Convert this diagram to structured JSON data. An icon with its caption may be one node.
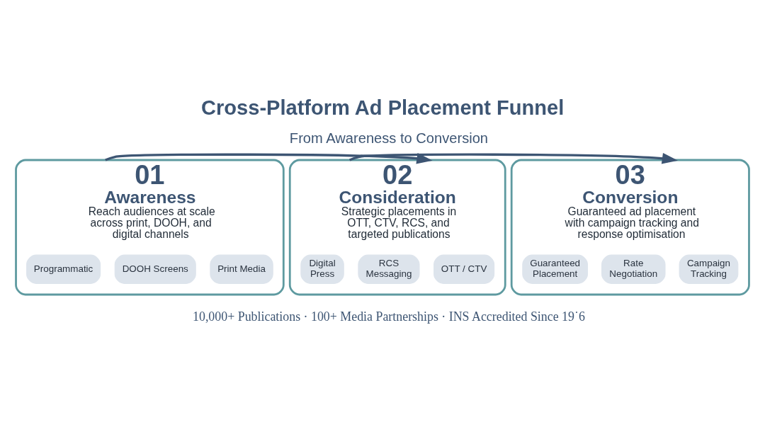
{
  "diagram": {
    "title": "Cross-Platform Ad Placement Funnel",
    "nodes": [
      {
        "text": [
          "01",
          "Awareness",
          "Reach audiences at scale across print, DOOH, and digital channels"
        ]
      },
      {
        "text": [
          "Print Media"
        ],
        "in": 0
      },
      {
        "text": [
          "DOOH Screens"
        ],
        "in": 0
      },
      {
        "text": [
          "Programmatic"
        ],
        "in": 0
      },
      {
        "text": [
          "02",
          "Consideration",
          "Strategic placements in OTT, CTV, RCS, and targeted publications"
        ]
      },
      {
        "text": [
          "OTT / CTV"
        ],
        "in": 4
      },
      {
        "text": [
          "RCS Messaging"
        ],
        "in": 4
      },
      {
        "text": [
          "Digital Press"
        ],
        "in": 4
      },
      {
        "text": [
          "03",
          "Conversion",
          "Guaranteed ad placement with campaign tracking and response optimisation"
        ]
      },
      {
        "text": [
          "Campaign Tracking"
        ],
        "in": 8
      },
      {
        "text": [
          "Rate Negotiation"
        ],
        "in": 8
      },
      {
        "text": [
          "Guaranteed Placement"
        ],
        "in": 8
      }
    ],
    "edges": [
      {
        "from": 0,
        "to": 4,
        "arrow": "to"
      },
      {
        "from": 4,
        "to": 8,
        "arrow": "to"
      }
    ],
    "labels": [
      "From Awareness to Conversion",
      "10,000+ Publications · 100+ Media Partnerships · INS Accredited Since 19˙6"
    ]
  }
}
